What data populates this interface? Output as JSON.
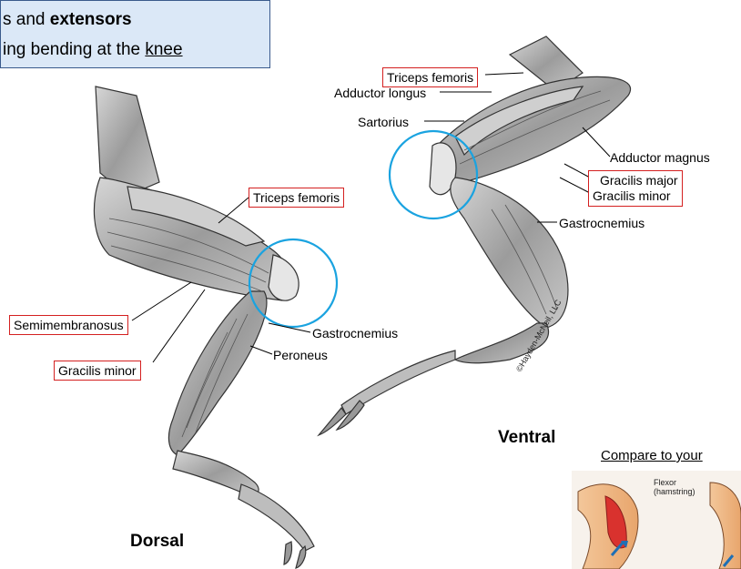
{
  "banner": {
    "line1_prefix": "s and ",
    "line1_bold": "extensors",
    "line2_prefix": "ing bending at the ",
    "line2_underlined": "knee"
  },
  "views": {
    "dorsal": "Dorsal",
    "ventral": "Ventral"
  },
  "dorsal_labels": {
    "triceps_femoris": "Triceps femoris",
    "semimembranosus": "Semimembranosus",
    "gracilis_minor": "Gracilis minor",
    "gastrocnemius": "Gastrocnemius",
    "peroneus": "Peroneus"
  },
  "ventral_labels": {
    "triceps_femoris": "Triceps femoris",
    "adductor_longus": "Adductor longus",
    "sartorius": "Sartorius",
    "adductor_magnus": "Adductor magnus",
    "gracilis_major": "Gracilis major",
    "gracilis_minor": "Gracilis minor",
    "gastrocnemius": "Gastrocnemius"
  },
  "watermark": "©Hayden-McNeil, LLC",
  "compare": {
    "text": "Compare to your",
    "flexor_line1": "Flexor",
    "flexor_line2": "(hamstring)"
  },
  "colors": {
    "muscle": "#b8b8b8",
    "muscle_dark": "#6e6e6e",
    "circle": "#1aa3e0",
    "label_box": "#d42020",
    "banner_bg": "#dbe8f7"
  }
}
